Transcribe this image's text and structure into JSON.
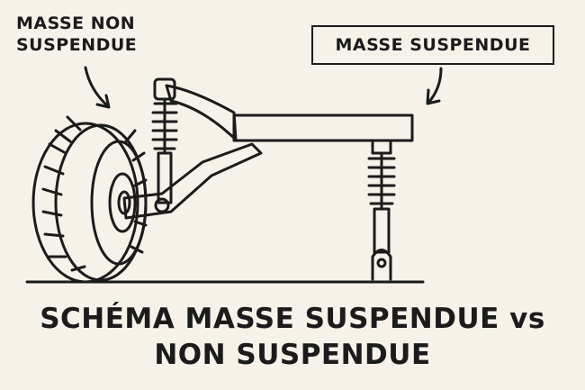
{
  "labels": {
    "unsprung_line1": "MASSE NON",
    "unsprung_line2": "SUSPENDUE",
    "sprung": "MASSE SUSPENDUE"
  },
  "title": {
    "line1": "SCHÉMA MASSE SUSPENDUE vs",
    "line2": "NON SUSPENDUE"
  },
  "colors": {
    "background": "#f6f2e9",
    "ink": "#1b1b1b"
  }
}
